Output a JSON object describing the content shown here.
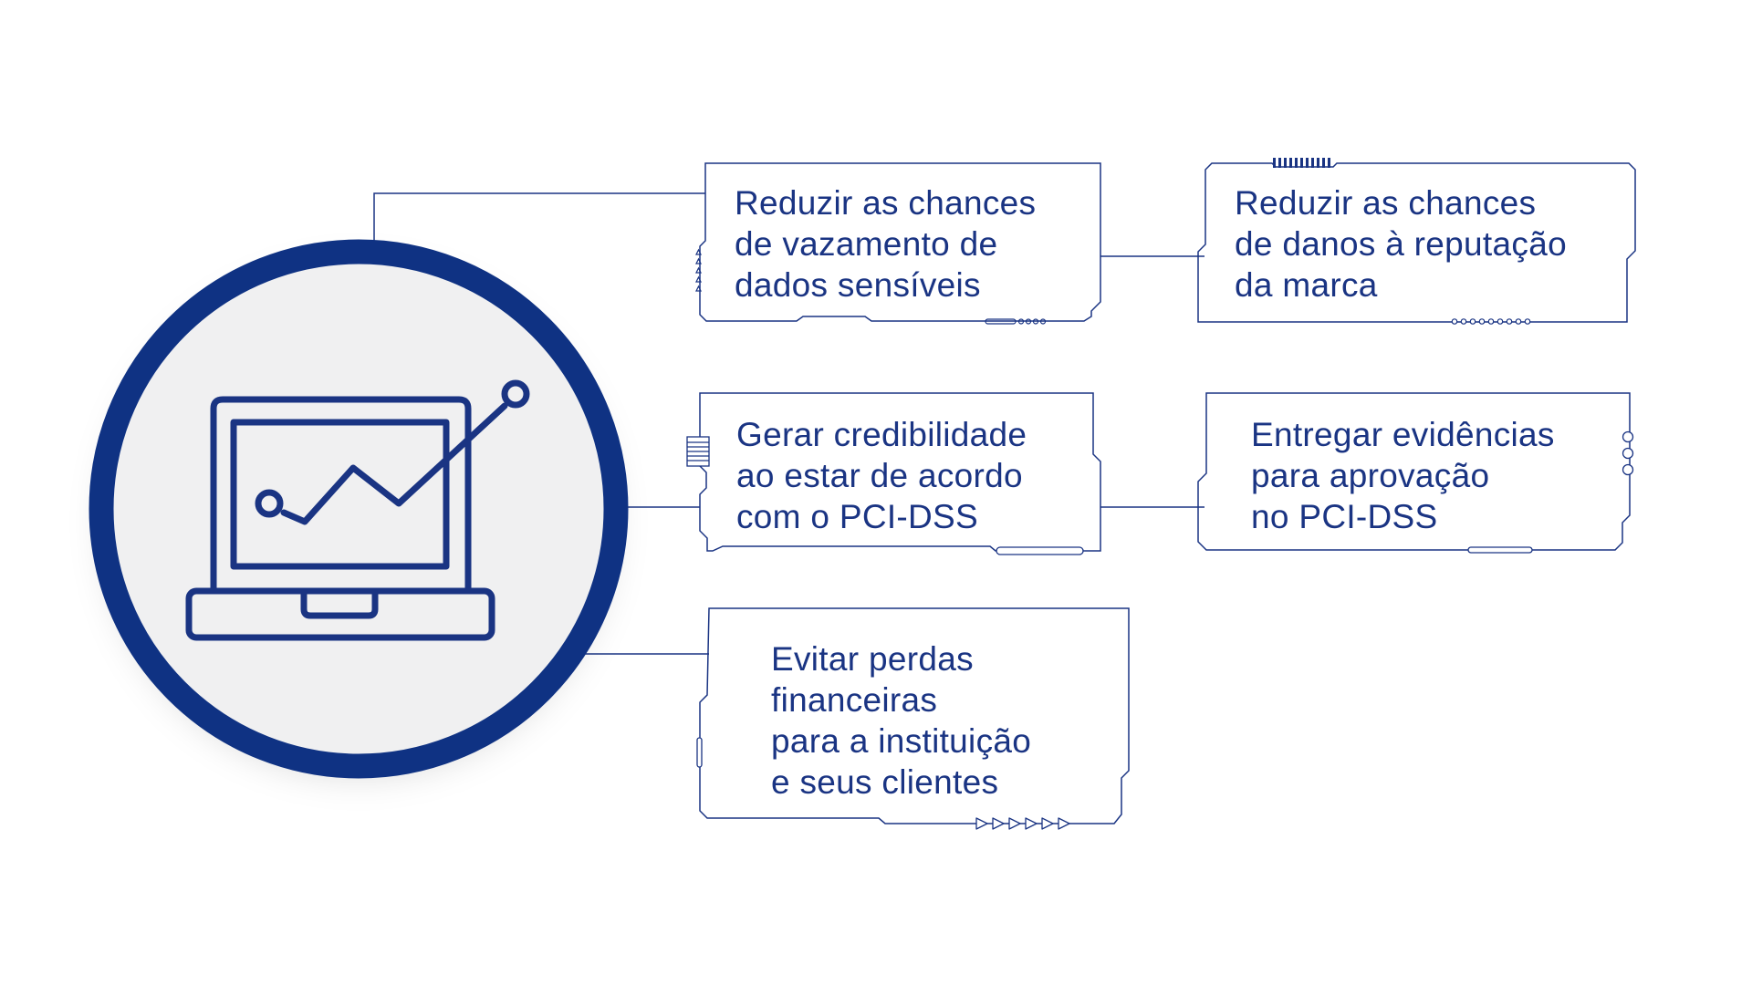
{
  "colors": {
    "brand_blue": "#0f3283",
    "card_border": "#1a3483",
    "text": "#1a3483",
    "circle_fill": "#f0f0f1",
    "connector": "#1a3483"
  },
  "central_icon": {
    "icon": "laptop-chart-icon"
  },
  "benefits": [
    {
      "text": "Reduzir as chances\nde vazamento de\ndados sensíveis"
    },
    {
      "text": "Reduzir as chances\nde danos à reputação\nda marca"
    },
    {
      "text": "Gerar credibilidade\nao estar de acordo\ncom o PCI-DSS"
    },
    {
      "text": "Entregar evidências\npara aprovação\nno PCI-DSS"
    },
    {
      "text": "Evitar perdas\nfinanceiras\npara a instituição\ne seus clientes"
    }
  ]
}
